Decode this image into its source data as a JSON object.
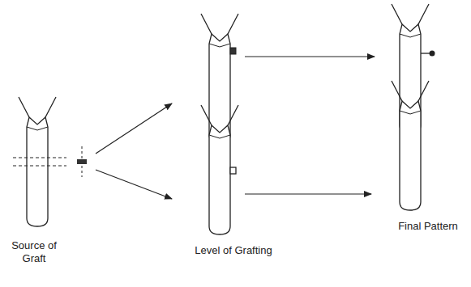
{
  "diagram": {
    "labels": [
      "Source of Graft",
      "Level of Grafting",
      "Final Pattern"
    ]
  }
}
